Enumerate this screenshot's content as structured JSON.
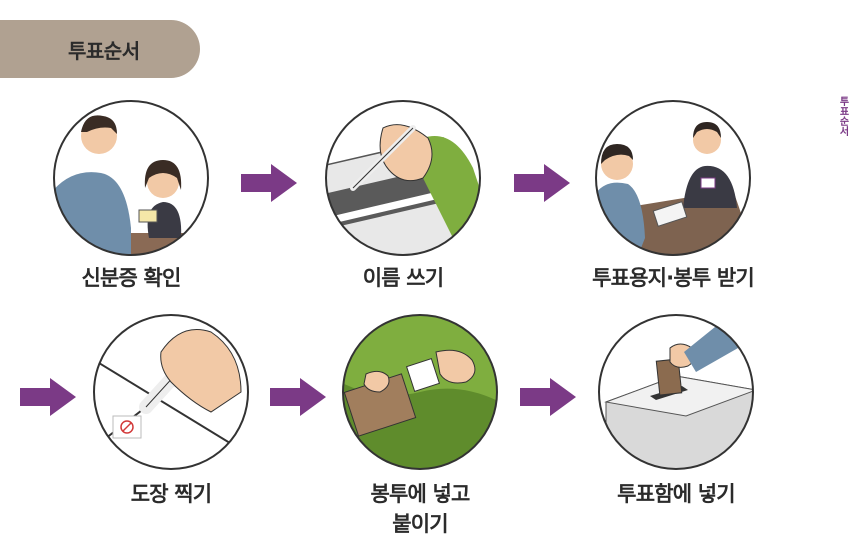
{
  "header": {
    "title": "투표순서"
  },
  "side_label": "투표순서",
  "colors": {
    "tab": "#b0a191",
    "arrow": "#7b3a86",
    "side_label": "#7b3a86"
  },
  "steps": [
    {
      "label": "신분증 확인",
      "icon": "id-check-illustration"
    },
    {
      "label": "이름 쓰기",
      "icon": "write-name-illustration"
    },
    {
      "label": "투표용지·봉투 받기",
      "icon": "receive-ballot-illustration"
    },
    {
      "label": "도장 찍기",
      "icon": "stamp-illustration"
    },
    {
      "label": "봉투에 넣고",
      "label2": "붙이기",
      "icon": "seal-envelope-illustration"
    },
    {
      "label": "투표함에 넣기",
      "icon": "ballot-box-illustration"
    }
  ]
}
